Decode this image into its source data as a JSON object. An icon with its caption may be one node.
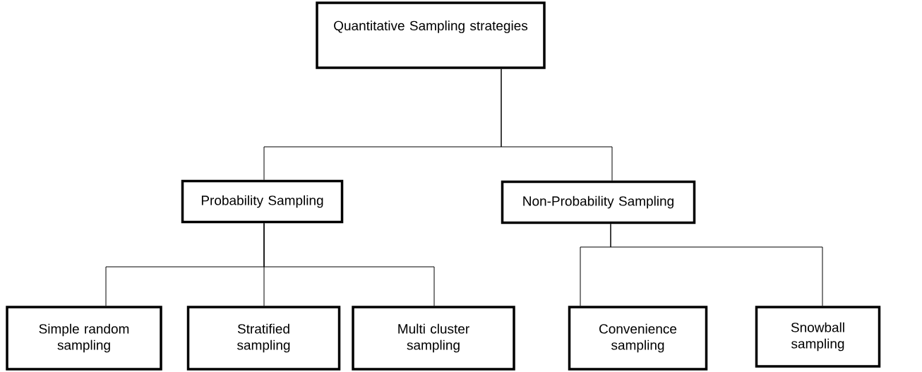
{
  "diagram": {
    "nodes": [
      {
        "text": [
          "Quantitative Sampling strategies"
        ]
      },
      {
        "text": [
          "Probability Sampling"
        ]
      },
      {
        "text": [
          "Non-Probability Sampling"
        ]
      },
      {
        "text": [
          "Simple random sampling"
        ]
      },
      {
        "text": [
          "Stratified sampling"
        ]
      },
      {
        "text": [
          "Multi cluster sampling"
        ]
      },
      {
        "text": [
          "Convenience sampling"
        ]
      },
      {
        "text": [
          "Snowball sampling"
        ]
      }
    ],
    "edges": [
      {
        "from": 0,
        "to": 1,
        "arrow": "none"
      },
      {
        "from": 0,
        "to": 2,
        "arrow": "none"
      },
      {
        "from": 1,
        "to": 3,
        "arrow": "none"
      },
      {
        "from": 1,
        "to": 4,
        "arrow": "none"
      },
      {
        "from": 1,
        "to": 5,
        "arrow": "none"
      },
      {
        "from": 2,
        "to": 6,
        "arrow": "none"
      },
      {
        "from": 2,
        "to": 7,
        "arrow": "none"
      }
    ]
  }
}
